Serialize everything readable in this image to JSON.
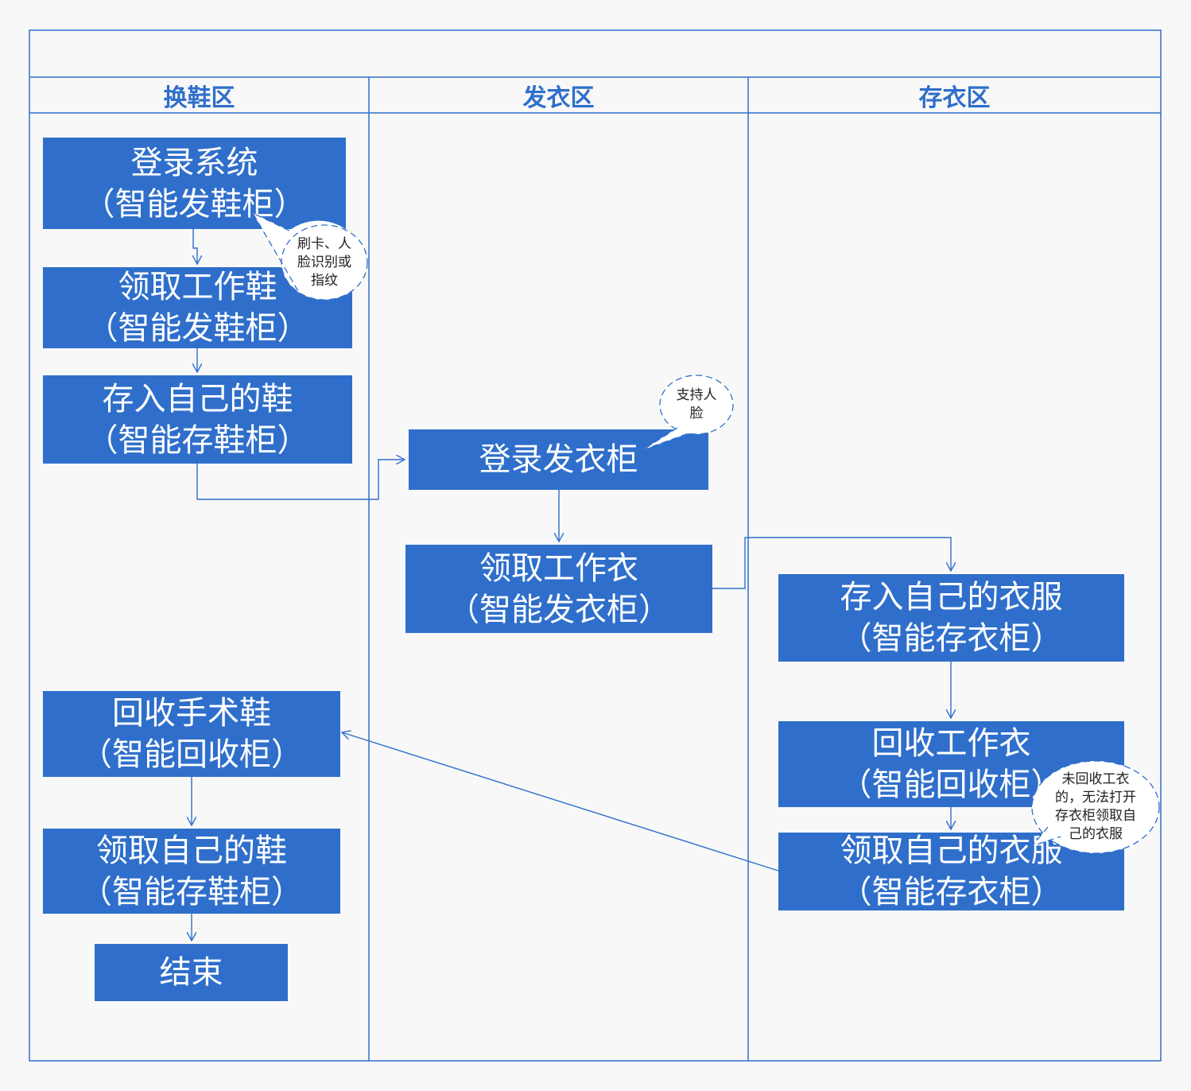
{
  "colors": {
    "accent": "#2f6fcb",
    "box_text": "#ffffff",
    "lane_border": "#2f6fcb",
    "background": "#f8f8f8",
    "bubble_border": "#2f6fcb",
    "bubble_fill": "#ffffff"
  },
  "title": "",
  "lanes": [
    {
      "label": "换鞋区"
    },
    {
      "label": "发衣区"
    },
    {
      "label": "存衣区"
    }
  ],
  "steps": {
    "login_system": {
      "line1": "登录系统",
      "line2": "（智能发鞋柜）"
    },
    "get_work_shoes": {
      "line1": "领取工作鞋",
      "line2": "（智能发鞋柜）"
    },
    "store_own_shoes": {
      "line1": "存入自己的鞋",
      "line2": "（智能存鞋柜）"
    },
    "login_clothes_cabinet": {
      "line1": "登录发衣柜"
    },
    "get_work_clothes": {
      "line1": "领取工作衣",
      "line2": "（智能发衣柜）"
    },
    "store_own_clothes": {
      "line1": "存入自己的衣服",
      "line2": "（智能存衣柜）"
    },
    "return_work_clothes": {
      "line1": "回收工作衣",
      "line2": "（智能回收柜）"
    },
    "get_own_clothes": {
      "line1": "领取自己的衣服",
      "line2": "（智能存衣柜）"
    },
    "return_surgical_shoes": {
      "line1": "回收手术鞋",
      "line2": "（智能回收柜）"
    },
    "get_own_shoes": {
      "line1": "领取自己的鞋",
      "line2": "（智能存鞋柜）"
    },
    "end": {
      "line1": "结束"
    }
  },
  "notes": {
    "auth_methods": {
      "lines": [
        "刷卡、人",
        "脸识别或",
        "指纹"
      ]
    },
    "face_support": {
      "lines": [
        "支持人",
        "脸"
      ]
    },
    "unreturned_clothes": {
      "lines": [
        "未回收工衣",
        "的，无法打开",
        "存衣柜领取自",
        "己的衣服"
      ]
    }
  }
}
